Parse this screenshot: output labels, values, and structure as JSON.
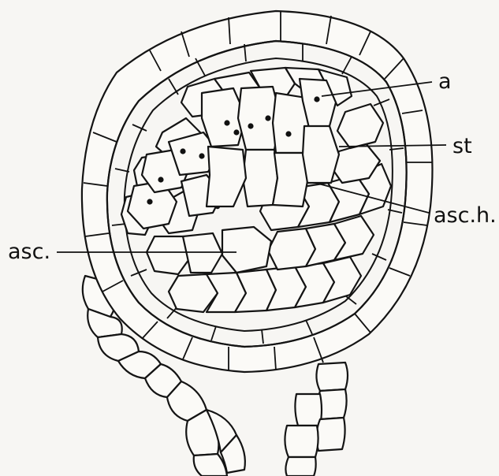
{
  "labels": {
    "a": "a",
    "st": "st",
    "asc_h": "asc.h.",
    "asc": "asc."
  },
  "colors": {
    "ink": "#141414",
    "paper": "#f7f6f3"
  }
}
